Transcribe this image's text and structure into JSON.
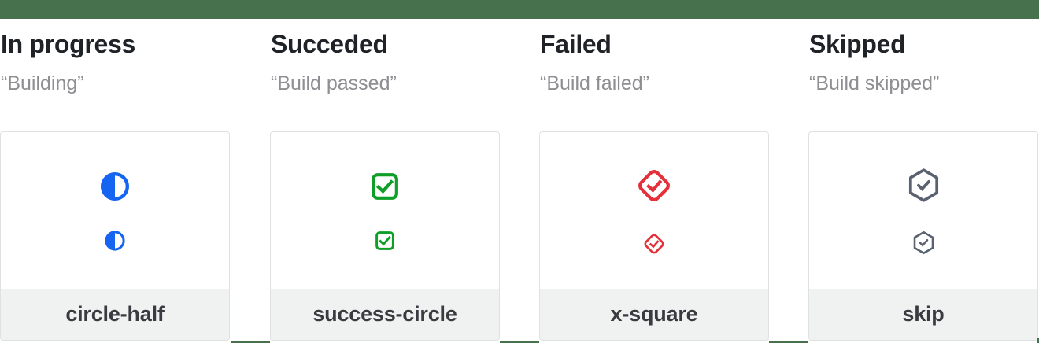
{
  "top_band": {
    "color": "#47714D"
  },
  "columns": [
    {
      "title": "In progress",
      "quote": "“Building”",
      "icon": "circle-half-icon",
      "icon_label": "circle-half",
      "icon_color": "#1565F2"
    },
    {
      "title": "Succeded",
      "quote": "“Build passed”",
      "icon": "check-square-icon",
      "icon_label": "success-circle",
      "icon_color": "#0F9E27"
    },
    {
      "title": "Failed",
      "quote": "“Build failed”",
      "icon": "check-diamond-icon",
      "icon_label": "x-square",
      "icon_color": "#E5303B"
    },
    {
      "title": "Skipped",
      "quote": "“Build skipped”",
      "icon": "check-hexagon-icon",
      "icon_label": "skip",
      "icon_color": "#5A6170"
    }
  ],
  "colors": {
    "band": "#47714D",
    "heading": "#1F2328",
    "quote": "#8E8E93",
    "label": "#383C41",
    "card_border": "#DFE0E2",
    "footer_bg": "#F0F1F1",
    "blue": "#1565F2",
    "green": "#0F9E27",
    "red": "#E5303B",
    "slate": "#5A6170"
  }
}
